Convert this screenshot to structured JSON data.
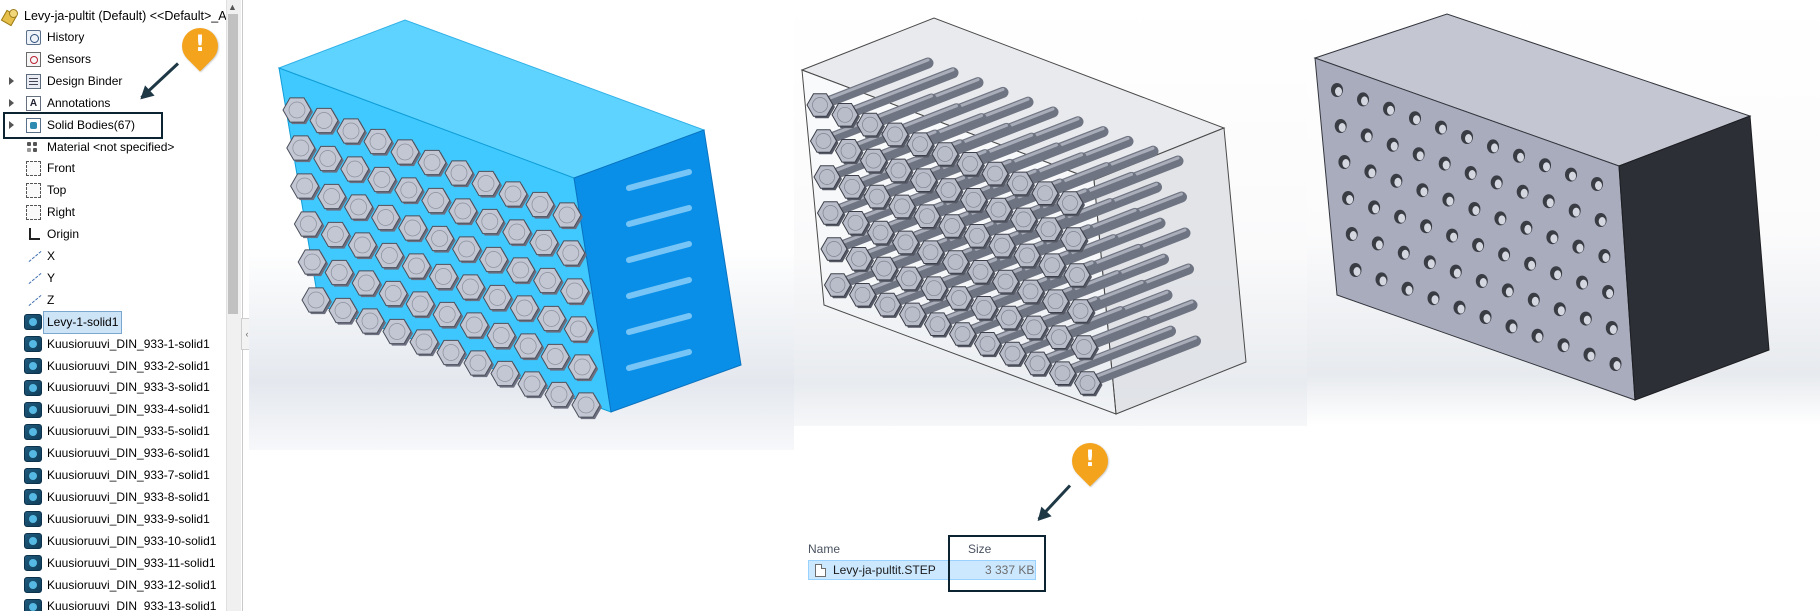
{
  "tree": {
    "title": "Levy-ja-pultit (Default) <<Default>_A",
    "items": [
      {
        "label": "History",
        "icon": "history-icon",
        "expandable": false
      },
      {
        "label": "Sensors",
        "icon": "sensors-icon",
        "expandable": false
      },
      {
        "label": "Design Binder",
        "icon": "design-binder-icon",
        "expandable": true
      },
      {
        "label": "Annotations",
        "icon": "annotations-icon",
        "expandable": true
      },
      {
        "label": "Solid Bodies(67)",
        "icon": "solid-bodies-folder-icon",
        "expandable": true
      },
      {
        "label": "Material <not specified>",
        "icon": "material-icon",
        "expandable": false
      },
      {
        "label": "Front",
        "icon": "plane-icon",
        "expandable": false
      },
      {
        "label": "Top",
        "icon": "plane-icon",
        "expandable": false
      },
      {
        "label": "Right",
        "icon": "plane-icon",
        "expandable": false
      },
      {
        "label": "Origin",
        "icon": "origin-icon",
        "expandable": false
      },
      {
        "label": "X",
        "icon": "axis-icon",
        "expandable": false
      },
      {
        "label": "Y",
        "icon": "axis-icon",
        "expandable": false
      },
      {
        "label": "Z",
        "icon": "axis-icon",
        "expandable": false
      }
    ],
    "bodies": [
      "Levy-1-solid1",
      "Kuusioruuvi_DIN_933-1-solid1",
      "Kuusioruuvi_DIN_933-2-solid1",
      "Kuusioruuvi_DIN_933-3-solid1",
      "Kuusioruuvi_DIN_933-4-solid1",
      "Kuusioruuvi_DIN_933-5-solid1",
      "Kuusioruuvi_DIN_933-6-solid1",
      "Kuusioruuvi_DIN_933-7-solid1",
      "Kuusioruuvi_DIN_933-8-solid1",
      "Kuusioruuvi_DIN_933-9-solid1",
      "Kuusioruuvi_DIN_933-10-solid1",
      "Kuusioruuvi_DIN_933-11-solid1",
      "Kuusioruuvi_DIN_933-12-solid1",
      "Kuusioruuvi_DIN_933-13-solid1"
    ],
    "selected_body": "Levy-1-solid1"
  },
  "callouts": {
    "glyph": "!",
    "color": "#f4a31c"
  },
  "views": {
    "plate_color": "#1ec0ff",
    "bolt_color": "#c3c7d3",
    "plate_block_color": "#a8acbd",
    "bolt_columns": 11,
    "bolt_rows": 6
  },
  "file_list": {
    "header_name": "Name",
    "header_size": "Size",
    "file_name": "Levy-ja-pultit.STEP",
    "file_size": "3 337 KB"
  }
}
